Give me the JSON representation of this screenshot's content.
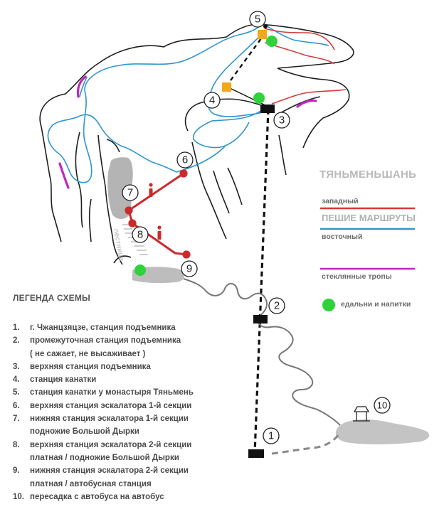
{
  "region_title": "ТЯНЬМЕНЬШАНЬ",
  "route_key": {
    "west_label": "западный",
    "heading": "ПЕШИЕ МАРШРУТЫ",
    "east_label": "восточный",
    "glass_label": "стеклянные тропы",
    "food_label": "едальни и напитки"
  },
  "stairs_label": "лестница",
  "legend": {
    "title": "ЛЕГЕНДА СХЕМЫ",
    "items": [
      {
        "num": "1.",
        "line1": "г. Чжанцзяцзе, станция подъемника",
        "line2": ""
      },
      {
        "num": "2.",
        "line1": "промежуточная станция подъемника",
        "line2": "( не сажает, не высаживает )"
      },
      {
        "num": "3.",
        "line1": "верхняя станция подъемника",
        "line2": ""
      },
      {
        "num": "4.",
        "line1": "станция канатки",
        "line2": ""
      },
      {
        "num": "5.",
        "line1": "станция канатки у монастыря Тяньмень",
        "line2": ""
      },
      {
        "num": "6.",
        "line1": "верхняя станция эскалатора 1-й секции",
        "line2": ""
      },
      {
        "num": "7.",
        "line1": "нижняя станция эскалатора 1-й секции",
        "line2": "подножие Большой Дырки"
      },
      {
        "num": "8.",
        "line1": "верхняя станция эскалатора 2-й секции",
        "line2": "платная / подножие Большой Дырки"
      },
      {
        "num": "9.",
        "line1": "нижняя станция эскалатора 2-й секции",
        "line2": "платная / автобусная станция"
      },
      {
        "num": "10.",
        "line1": "пересадка с автобуса на автобус",
        "line2": ""
      }
    ]
  },
  "markers": [
    "1",
    "2",
    "3",
    "4",
    "5",
    "6",
    "7",
    "8",
    "9",
    "10"
  ],
  "colors": {
    "west_route": "#d23c3c",
    "east_route": "#2f95d0",
    "glass_path": "#c026c0",
    "food": "#2fd23a",
    "station": "#f2a81d",
    "escalator": "#cc2a2a",
    "outline": "#222222",
    "cable": "#111111"
  }
}
